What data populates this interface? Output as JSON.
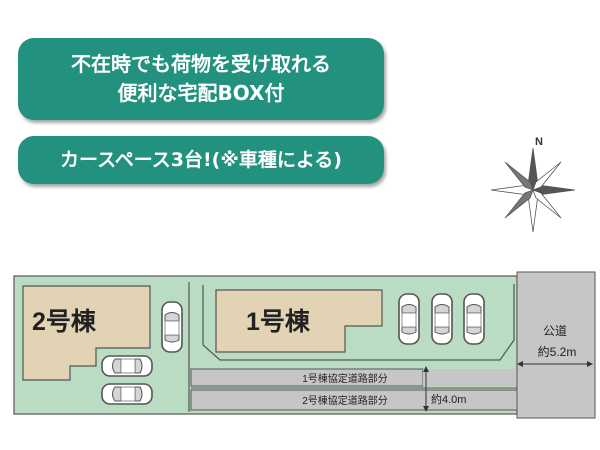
{
  "banner": {
    "line1": "不在時でも荷物を受け取れる",
    "line2": "便利な宅配BOX付",
    "parking": "カースペース3台!(※車種による)"
  },
  "compass": {
    "north_label": "N"
  },
  "buildings": [
    {
      "label": "2号棟"
    },
    {
      "label": "1号棟"
    }
  ],
  "roads": {
    "public_road_label": "公道",
    "public_road_width": "約5.2m",
    "private_road_1": "1号棟協定道路部分",
    "private_road_2": "2号棟協定道路部分",
    "private_road_width": "約4.0m"
  },
  "colors": {
    "banner": "#22917e",
    "lot": "#b9dcc3",
    "building": "#e2d3b5",
    "road": "#c6c6c6"
  },
  "icons": [
    "compass-rose-icon",
    "car-icon"
  ]
}
